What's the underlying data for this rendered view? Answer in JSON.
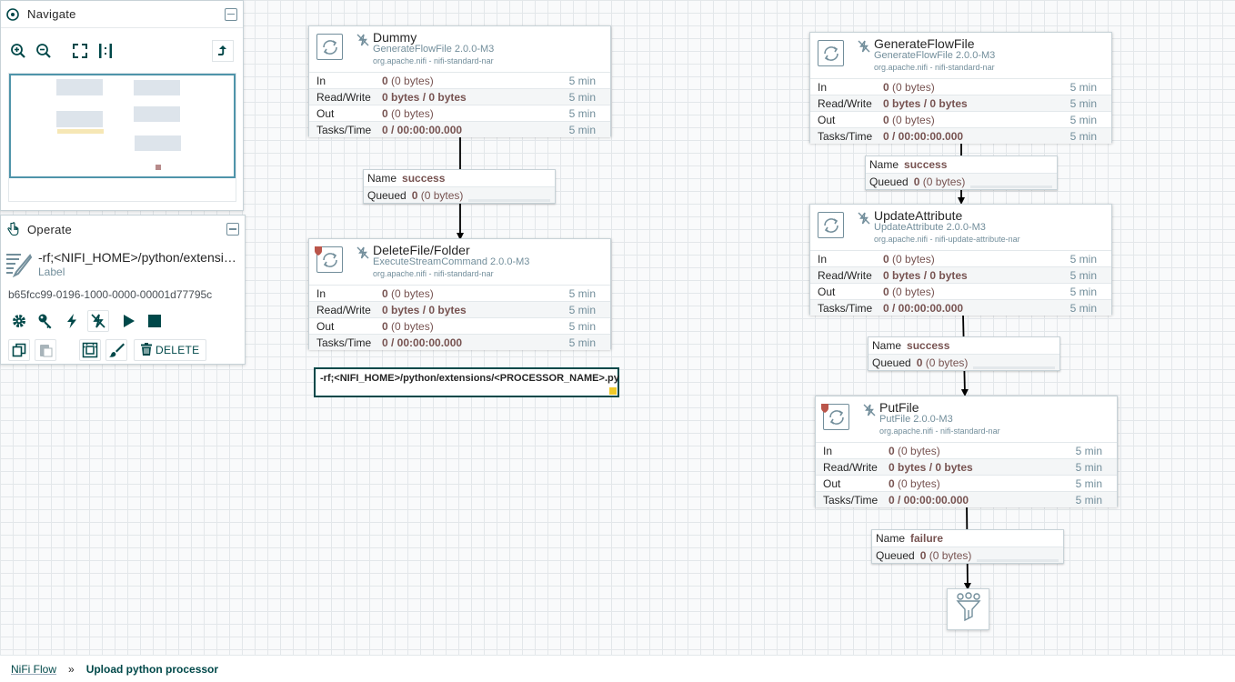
{
  "navigate": {
    "title": "Navigate"
  },
  "operate": {
    "title": "Operate",
    "selection_name": "-rf;<NIFI_HOME>/python/extensions/<PROCESSOR_NAME>.py",
    "selection_type": "Label",
    "selection_id": "b65fcc99-0196-1000-0000-00001d77795c",
    "delete_label": "DELETE"
  },
  "stat_labels": {
    "in": "In",
    "rw": "Read/Write",
    "out": "Out",
    "tasks": "Tasks/Time"
  },
  "processors": [
    {
      "name": "Dummy",
      "type": "GenerateFlowFile 2.0.0-M3",
      "bundle": "org.apache.nifi - nifi-standard-nar",
      "in_count": "0",
      "in_size": "(0 bytes)",
      "rw": "0 bytes / 0 bytes",
      "out_count": "0",
      "out_size": "(0 bytes)",
      "tasks": "0 / 00:00:00.000",
      "window": "5 min"
    },
    {
      "name": "DeleteFile/Folder",
      "type": "ExecuteStreamCommand 2.0.0-M3",
      "bundle": "org.apache.nifi - nifi-standard-nar",
      "in_count": "0",
      "in_size": "(0 bytes)",
      "rw": "0 bytes / 0 bytes",
      "out_count": "0",
      "out_size": "(0 bytes)",
      "tasks": "0 / 00:00:00.000",
      "window": "5 min"
    },
    {
      "name": "GenerateFlowFile",
      "type": "GenerateFlowFile 2.0.0-M3",
      "bundle": "org.apache.nifi - nifi-standard-nar",
      "in_count": "0",
      "in_size": "(0 bytes)",
      "rw": "0 bytes / 0 bytes",
      "out_count": "0",
      "out_size": "(0 bytes)",
      "tasks": "0 / 00:00:00.000",
      "window": "5 min"
    },
    {
      "name": "UpdateAttribute",
      "type": "UpdateAttribute 2.0.0-M3",
      "bundle": "org.apache.nifi - nifi-update-attribute-nar",
      "in_count": "0",
      "in_size": "(0 bytes)",
      "rw": "0 bytes / 0 bytes",
      "out_count": "0",
      "out_size": "(0 bytes)",
      "tasks": "0 / 00:00:00.000",
      "window": "5 min"
    },
    {
      "name": "PutFile",
      "type": "PutFile 2.0.0-M3",
      "bundle": "org.apache.nifi - nifi-standard-nar",
      "in_count": "0",
      "in_size": "(0 bytes)",
      "rw": "0 bytes / 0 bytes",
      "out_count": "0",
      "out_size": "(0 bytes)",
      "tasks": "0 / 00:00:00.000",
      "window": "5 min"
    }
  ],
  "connection_labels": {
    "name": "Name",
    "queued": "Queued"
  },
  "connections": [
    {
      "name": "success",
      "queued_count": "0",
      "queued_size": "(0 bytes)"
    },
    {
      "name": "success",
      "queued_count": "0",
      "queued_size": "(0 bytes)"
    },
    {
      "name": "success",
      "queued_count": "0",
      "queued_size": "(0 bytes)"
    },
    {
      "name": "failure",
      "queued_count": "0",
      "queued_size": "(0 bytes)"
    }
  ],
  "label_element": {
    "text": "-rf;<NIFI_HOME>/python/extensions/<PROCESSOR_NAME>.py"
  },
  "breadcrumb": {
    "root": "NiFi Flow",
    "separator": "»",
    "current": "Upload python processor"
  },
  "colors": {
    "accent": "#004849",
    "value": "#775351",
    "muted": "#728e9b",
    "label_handle": "#f0ca2a"
  }
}
